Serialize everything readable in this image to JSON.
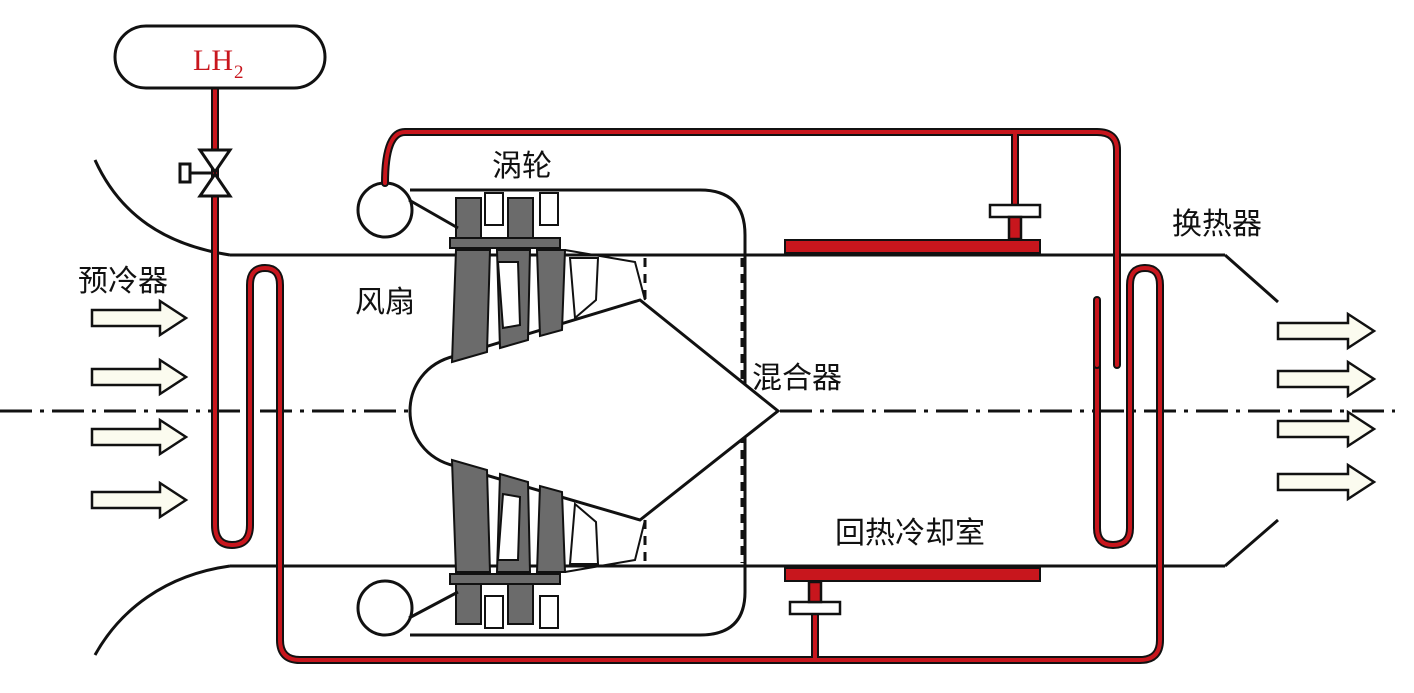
{
  "labels": {
    "tank": {
      "main": "LH",
      "sub": "2"
    },
    "turbine": "涡轮",
    "precooler": "预冷器",
    "fan": "风扇",
    "mixer": "混合器",
    "heat_exchanger": "换热器",
    "regen_cooling_chamber": "回热冷却室"
  },
  "colors": {
    "hydrogen_line": "#c8161d",
    "outline": "#111111",
    "blade": "#6b6b6b",
    "arrow_fill": "#fbfbef",
    "text": "#111111"
  },
  "icons": {
    "valve": "bowtie-valve-icon",
    "flow_arrow": "hollow-arrow-icon"
  }
}
